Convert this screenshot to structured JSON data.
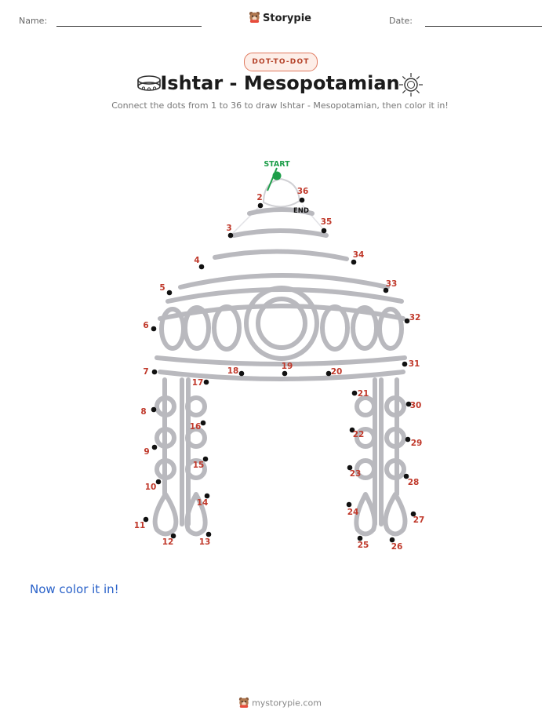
{
  "header": {
    "name_label": "Name:",
    "date_label": "Date:",
    "brand": "Storypie",
    "brand_icon": "storypie-bear-logo"
  },
  "badge": "DOT-TO-DOT",
  "title": "Ishtar - Mesopotamian",
  "title_icons": [
    "bracelet-icon",
    "sun-icon"
  ],
  "subtitle": "Connect the dots from 1 to 36 to draw Ishtar - Mesopotamian, then color it in!",
  "puzzle": {
    "start_label": "START",
    "end_label": "END",
    "start_color": "#1e9e4a",
    "number_color": "#c0392b",
    "dot_count": 36,
    "numbers": [
      "2",
      "3",
      "4",
      "5",
      "6",
      "7",
      "8",
      "9",
      "10",
      "11",
      "12",
      "13",
      "14",
      "15",
      "16",
      "17",
      "18",
      "19",
      "20",
      "21",
      "22",
      "23",
      "24",
      "25",
      "26",
      "27",
      "28",
      "29",
      "30",
      "31",
      "32",
      "33",
      "34",
      "35",
      "36"
    ]
  },
  "color_note": "Now color it in!",
  "footer": "mystorypie.com"
}
